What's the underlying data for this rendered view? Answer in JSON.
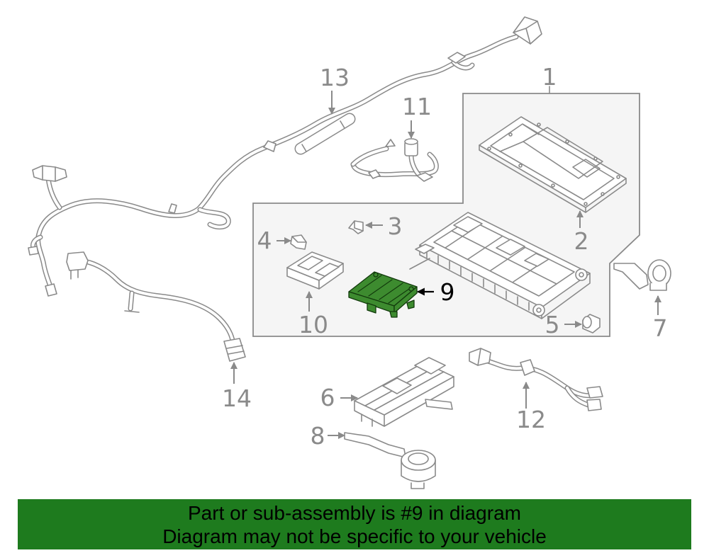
{
  "diagram": {
    "callouts": {
      "p1": "1",
      "p2": "2",
      "p3": "3",
      "p4": "4",
      "p5": "5",
      "p6": "6",
      "p7": "7",
      "p8": "8",
      "p9": "9",
      "p10": "10",
      "p11": "11",
      "p12": "12",
      "p13": "13",
      "p14": "14"
    },
    "highlighted_part": "9"
  },
  "banner": {
    "line1": "Part or sub-assembly is #9 in diagram",
    "line2": "Diagram may not be specific to your vehicle"
  },
  "colors": {
    "highlight": "#3d8b2f",
    "banner": "#1e7b1e",
    "line": "#8a8a8a",
    "box_fill": "#f5f5f5"
  }
}
